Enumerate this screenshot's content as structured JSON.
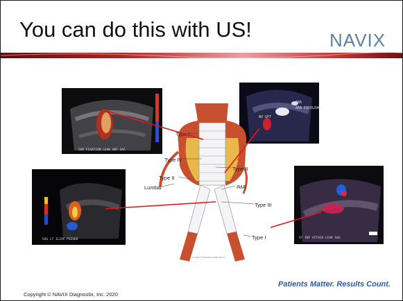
{
  "slide": {
    "title": "You can do this with US!",
    "logo": "NAVIX",
    "tagline": "Patients Matter. Results Count.",
    "copyright": "Copyright © NAVIX Diagnostix, Inc. 2020",
    "figure_credit": "Copyright © 2014 Elsevier Health Sciences"
  },
  "diagram_labels": {
    "type1_top": "Type I",
    "type4": "Type IV",
    "type2_left": "Type II",
    "lumbar": "Lumbar",
    "type2_right": "Type II",
    "ima": "IMA",
    "type3": "Type III",
    "type1_bottom": "Type I"
  },
  "ultrasound_captions": {
    "img1": "SUP FIXATION LEAK ANT SAC",
    "img2": "SAG LT ILIAC PSEUDO",
    "img3a": "IMA",
    "img3b": "AAA ENDOLEAK",
    "img3c": "NO GFT",
    "img4": "AT INF ATTACH LEAK SAG"
  },
  "colors": {
    "arrow": "#e01818",
    "tagline": "#2c5aa0",
    "logo": "#5b7fa3"
  }
}
